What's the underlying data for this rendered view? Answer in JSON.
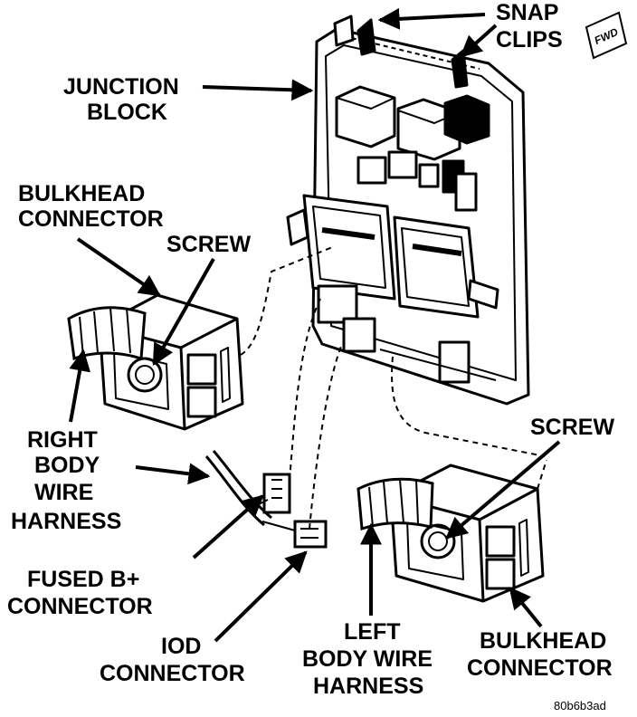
{
  "labels": {
    "snap_clips": [
      "SNAP",
      "CLIPS"
    ],
    "junction_block": [
      "JUNCTION",
      "BLOCK"
    ],
    "bulkhead_connector_left": [
      "BULKHEAD",
      "CONNECTOR"
    ],
    "screw_left": "SCREW",
    "right_body_wire_harness": [
      "RIGHT",
      "BODY",
      "WIRE",
      "HARNESS"
    ],
    "fused_bplus_connector": [
      "FUSED B+",
      "CONNECTOR"
    ],
    "iod_connector": [
      "IOD",
      "CONNECTOR"
    ],
    "left_body_wire_harness": [
      "LEFT",
      "BODY WIRE",
      "HARNESS"
    ],
    "screw_right": "SCREW",
    "bulkhead_connector_right": [
      "BULKHEAD",
      "CONNECTOR"
    ],
    "fwd_badge": "FWD",
    "figure_code": "80b6b3ad"
  }
}
